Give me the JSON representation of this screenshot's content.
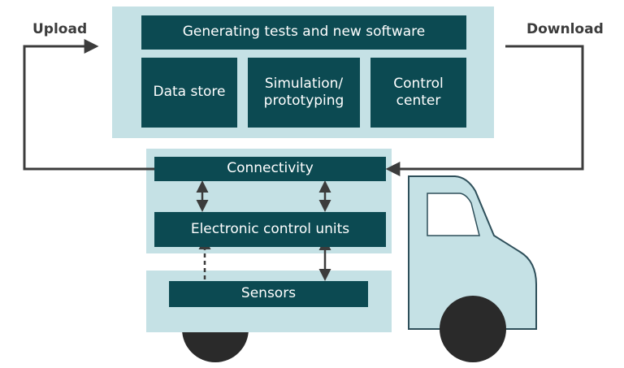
{
  "labels": {
    "upload": "Upload",
    "download": "Download"
  },
  "cloud": {
    "header": "Generating tests and new software",
    "boxes": [
      "Data store",
      "Simulation/\nprototyping",
      "Control\ncenter"
    ]
  },
  "vehicle": {
    "connectivity": "Connectivity",
    "ecu": "Electronic control units",
    "sensors": "Sensors"
  },
  "colors": {
    "panel": "#c5e1e5",
    "box": "#0c4a52",
    "arrow": "#3c3c3c",
    "truck_outline": "#2e4f5a",
    "wheel": "#2a2a2a"
  }
}
